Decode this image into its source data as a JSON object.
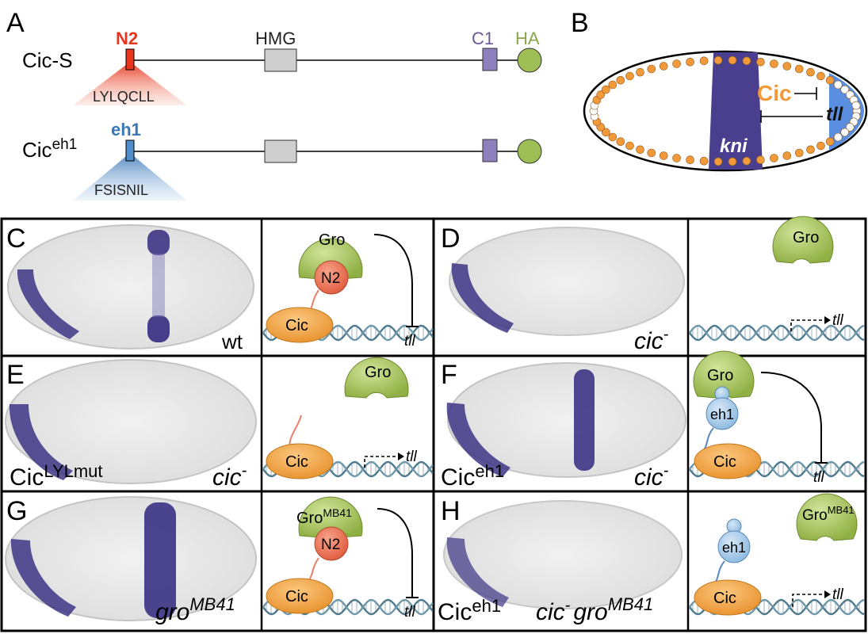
{
  "panel_letters": {
    "a": "A",
    "b": "B",
    "c": "C",
    "d": "D",
    "e": "E",
    "f": "F",
    "g": "G",
    "h": "H"
  },
  "panel_a": {
    "cic_s_label": "Cic-S",
    "cic_eh1_label": "Cic",
    "cic_eh1_sup": "eh1",
    "n2_label": "N2",
    "n2_seq": "LYLQCLL",
    "eh1_label": "eh1",
    "eh1_seq": "FSISNIL",
    "hmg_label": "HMG",
    "c1_label": "C1",
    "ha_label": "HA"
  },
  "panel_b": {
    "cic": "Cic",
    "tll": "tll",
    "kni": "kni"
  },
  "panels": {
    "c": {
      "genotype": "wt",
      "gro": "Gro",
      "motif": "N2",
      "cic": "Cic",
      "target": "tll"
    },
    "d": {
      "genotype": "cic",
      "genotype_sup": "-",
      "gro": "Gro",
      "target": "tll"
    },
    "e": {
      "construct": "Cic",
      "construct_sup": "LYLmut",
      "genotype": "cic",
      "genotype_sup": "-",
      "gro": "Gro",
      "cic": "Cic",
      "target": "tll"
    },
    "f": {
      "construct": "Cic",
      "construct_sup": "eh1",
      "genotype": "cic",
      "genotype_sup": "-",
      "gro": "Gro",
      "motif": "eh1",
      "cic": "Cic",
      "target": "tll"
    },
    "g": {
      "genotype": "gro",
      "genotype_sup": "MB41",
      "gro": "Gro",
      "gro_sup": "MB41",
      "motif": "N2",
      "cic": "Cic",
      "target": "tll"
    },
    "h": {
      "construct": "Cic",
      "construct_sup": "eh1",
      "genotype_a": "cic",
      "genotype_a_sup": "-",
      "genotype_b": "gro",
      "genotype_b_sup": "MB41",
      "gro": "Gro",
      "gro_sup": "MB41",
      "motif": "eh1",
      "cic": "Cic",
      "target": "tll"
    }
  },
  "colors": {
    "n2_red": "#e8341c",
    "eh1_blue": "#3a78b5",
    "c1_purple": "#6b5a9a",
    "ha_green": "#8aa84a",
    "gro_green": "#a5c25a",
    "cic_orange": "#f2a23c",
    "stain": "#4a3f8e",
    "tll_blue": "#5a8ee0",
    "nuclei": "#f29a3a"
  }
}
